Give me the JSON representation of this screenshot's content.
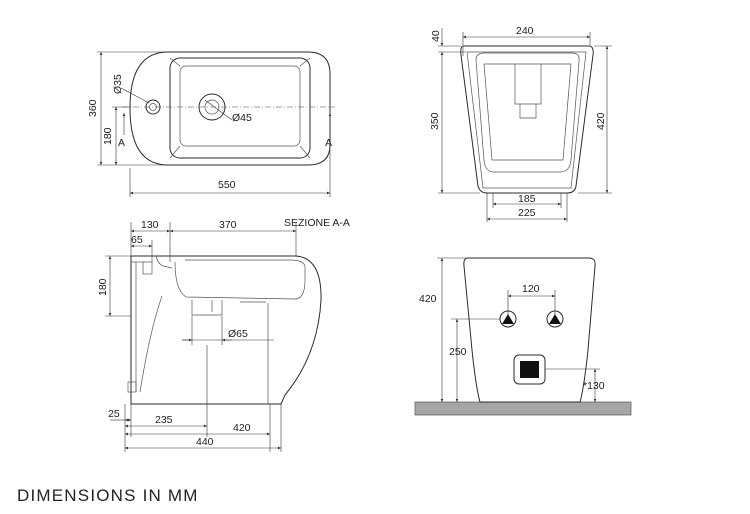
{
  "top_view": {
    "width": "550",
    "height_total": "360",
    "height_half": "180",
    "hole_small": "Ø35",
    "hole_drain": "Ø45",
    "section_mark": "A"
  },
  "front_view": {
    "top_depth": "40",
    "top_width": "240",
    "body_height": "350",
    "total_height": "420",
    "base_inner": "185",
    "base_outer": "225"
  },
  "section_view": {
    "title": "SEZIONE A-A",
    "rim_offset": "130",
    "bowl_length": "370",
    "inner_offset": "65",
    "height": "180",
    "drain": "Ø65",
    "foot": "25",
    "base_depth": "235",
    "base_total": "420",
    "total_length": "440"
  },
  "back_view": {
    "total_height": "420",
    "fixing_spacing": "120",
    "fixing_height": "250",
    "outlet_height": "*130"
  },
  "footer": "DIMENSIONS IN MM"
}
